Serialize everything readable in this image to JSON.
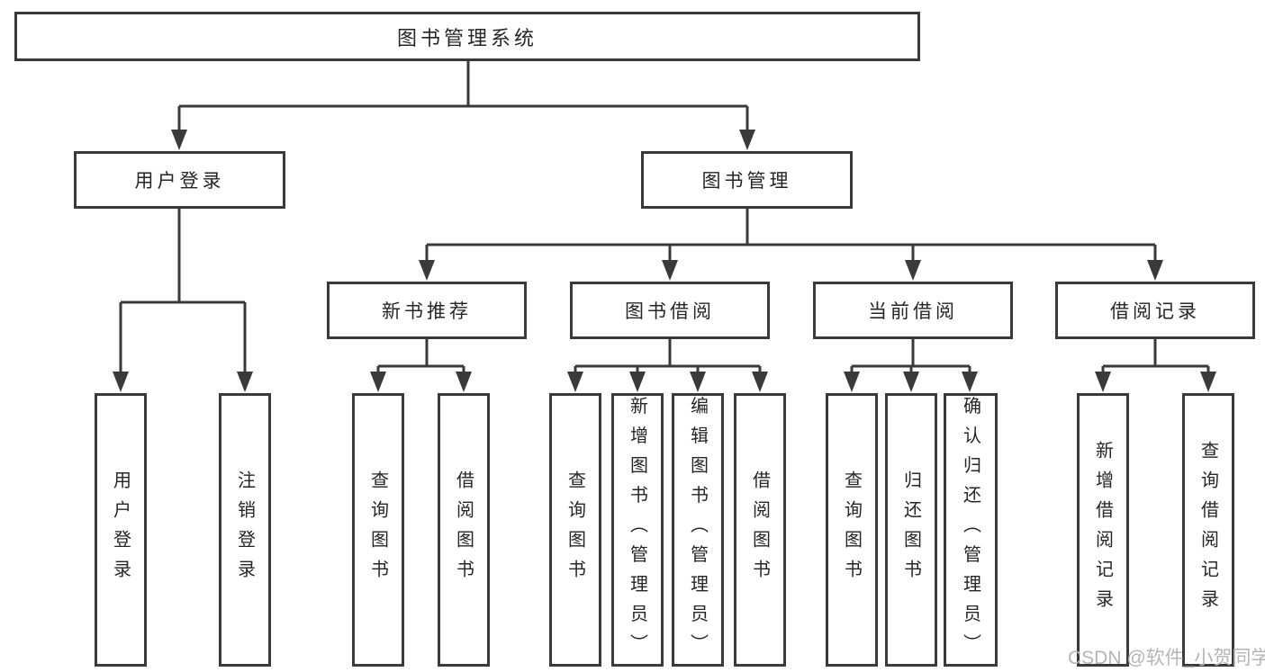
{
  "diagram": {
    "title": "图书管理系统",
    "watermark": "CSDN @软件_小贺同学",
    "branches": {
      "user_login": {
        "label": "用户登录",
        "children": [
          "用户登录",
          "注销登录"
        ]
      },
      "book_management": {
        "label": "图书管理",
        "modules": [
          {
            "label": "新书推荐",
            "children": [
              "查询图书",
              "借阅图书"
            ]
          },
          {
            "label": "图书借阅",
            "children": [
              "查询图书",
              "新增图书（管理员）",
              "编辑图书（管理员）",
              "借阅图书"
            ]
          },
          {
            "label": "当前借阅",
            "children": [
              "查询图书",
              "归还图书",
              "确认归还（管理员）"
            ]
          },
          {
            "label": "借阅记录",
            "children": [
              "新增借阅记录",
              "查询借阅记录"
            ]
          }
        ]
      }
    },
    "colors": {
      "line": "#3a3a3a",
      "text": "#262626",
      "watermark": "#b5b5b5",
      "background": "#ffffff"
    }
  }
}
